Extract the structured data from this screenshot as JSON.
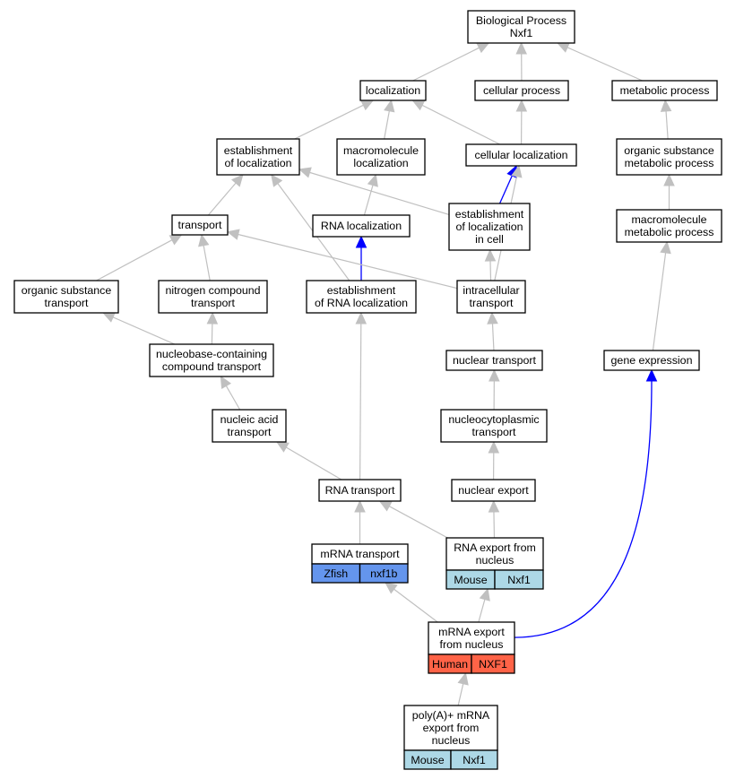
{
  "colors": {
    "mouse": "#add8e6",
    "zfish": "#6495ed",
    "human": "#ff6347",
    "edge_grey": "#c0c0c0",
    "edge_blue": "#0000ff"
  },
  "nodes": {
    "bio_process": [
      "Biological Process",
      "Nxf1"
    ],
    "localization": [
      "localization"
    ],
    "cellular_process": [
      "cellular process"
    ],
    "metabolic_process": [
      "metabolic process"
    ],
    "establishment_of_localization": [
      "establishment",
      "of localization"
    ],
    "macromolecule_localization": [
      "macromolecule",
      "localization"
    ],
    "cellular_localization": [
      "cellular localization"
    ],
    "organic_substance_metabolic_process": [
      "organic substance",
      "metabolic process"
    ],
    "transport": [
      "transport"
    ],
    "rna_localization": [
      "RNA localization"
    ],
    "establishment_of_localization_in_cell": [
      "establishment",
      "of localization",
      "in cell"
    ],
    "macromolecule_metabolic_process": [
      "macromolecule",
      "metabolic process"
    ],
    "organic_substance_transport": [
      "organic substance",
      "transport"
    ],
    "nitrogen_compound_transport": [
      "nitrogen compound",
      "transport"
    ],
    "establishment_of_rna_localization": [
      "establishment",
      "of RNA localization"
    ],
    "intracellular_transport": [
      "intracellular",
      "transport"
    ],
    "nucleobase_containing_compound_transport": [
      "nucleobase-containing",
      "compound transport"
    ],
    "nuclear_transport": [
      "nuclear transport"
    ],
    "gene_expression": [
      "gene expression"
    ],
    "nucleic_acid_transport": [
      "nucleic acid",
      "transport"
    ],
    "nucleocytoplasmic_transport": [
      "nucleocytoplasmic",
      "transport"
    ],
    "rna_transport": [
      "RNA transport"
    ],
    "nuclear_export": [
      "nuclear export"
    ],
    "mrna_transport": [
      "mRNA transport"
    ],
    "rna_export_from_nucleus": [
      "RNA export from",
      "nucleus"
    ],
    "mrna_export_from_nucleus": [
      "mRNA export",
      "from nucleus"
    ],
    "polya_mrna_export": [
      "poly(A)+ mRNA",
      "export from",
      "nucleus"
    ]
  },
  "annotations": {
    "mrna_transport": [
      "Zfish",
      "nxf1b"
    ],
    "rna_export_from_nucleus": [
      "Mouse",
      "Nxf1"
    ],
    "mrna_export_from_nucleus": [
      "Human",
      "NXF1"
    ],
    "polya_mrna_export": [
      "Mouse",
      "Nxf1"
    ]
  },
  "edges": [
    [
      "localization",
      "bio_process",
      "grey"
    ],
    [
      "cellular_process",
      "bio_process",
      "grey"
    ],
    [
      "metabolic_process",
      "bio_process",
      "grey"
    ],
    [
      "establishment_of_localization",
      "localization",
      "grey"
    ],
    [
      "macromolecule_localization",
      "localization",
      "grey"
    ],
    [
      "cellular_localization",
      "localization",
      "grey"
    ],
    [
      "cellular_localization",
      "cellular_process",
      "grey"
    ],
    [
      "organic_substance_metabolic_process",
      "metabolic_process",
      "grey"
    ],
    [
      "transport",
      "establishment_of_localization",
      "grey"
    ],
    [
      "rna_localization",
      "macromolecule_localization",
      "grey"
    ],
    [
      "establishment_of_localization_in_cell",
      "cellular_localization",
      "blue"
    ],
    [
      "establishment_of_localization_in_cell",
      "establishment_of_localization",
      "grey"
    ],
    [
      "macromolecule_metabolic_process",
      "organic_substance_metabolic_process",
      "grey"
    ],
    [
      "organic_substance_transport",
      "transport",
      "grey"
    ],
    [
      "nitrogen_compound_transport",
      "transport",
      "grey"
    ],
    [
      "establishment_of_rna_localization",
      "rna_localization",
      "blue"
    ],
    [
      "establishment_of_rna_localization",
      "establishment_of_localization",
      "grey"
    ],
    [
      "intracellular_transport",
      "transport",
      "grey"
    ],
    [
      "intracellular_transport",
      "establishment_of_localization_in_cell",
      "grey"
    ],
    [
      "intracellular_transport",
      "cellular_localization",
      "grey"
    ],
    [
      "nucleobase_containing_compound_transport",
      "organic_substance_transport",
      "grey"
    ],
    [
      "nucleobase_containing_compound_transport",
      "nitrogen_compound_transport",
      "grey"
    ],
    [
      "nuclear_transport",
      "intracellular_transport",
      "grey"
    ],
    [
      "gene_expression",
      "macromolecule_metabolic_process",
      "grey"
    ],
    [
      "nucleic_acid_transport",
      "nucleobase_containing_compound_transport",
      "grey"
    ],
    [
      "nucleocytoplasmic_transport",
      "nuclear_transport",
      "grey"
    ],
    [
      "rna_transport",
      "nucleic_acid_transport",
      "grey"
    ],
    [
      "rna_transport",
      "establishment_of_rna_localization",
      "grey"
    ],
    [
      "nuclear_export",
      "nucleocytoplasmic_transport",
      "grey"
    ],
    [
      "mrna_transport",
      "rna_transport",
      "grey"
    ],
    [
      "rna_export_from_nucleus",
      "rna_transport",
      "grey"
    ],
    [
      "rna_export_from_nucleus",
      "nuclear_export",
      "grey"
    ],
    [
      "mrna_export_from_nucleus",
      "mrna_transport",
      "grey"
    ],
    [
      "mrna_export_from_nucleus",
      "rna_export_from_nucleus",
      "grey"
    ],
    [
      "mrna_export_from_nucleus",
      "gene_expression",
      "blue"
    ],
    [
      "polya_mrna_export",
      "mrna_export_from_nucleus",
      "grey"
    ]
  ]
}
